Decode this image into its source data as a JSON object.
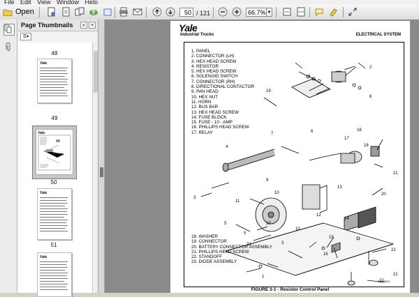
{
  "menu": [
    "File",
    "Edit",
    "View",
    "Window",
    "Help"
  ],
  "toolbar": {
    "open_label": "Open",
    "current_page": "50",
    "page_total": "/ 121",
    "zoom": "66.7%"
  },
  "sidebar": {
    "title": "Page Thumbnails",
    "pages": [
      "48",
      "49",
      "50",
      "51"
    ]
  },
  "document": {
    "brand": "Yale",
    "brand_sub": "Industrial Trucks",
    "section": "ELECTRICAL SYSTEM",
    "legend_top": [
      "1.  PANEL",
      "2.  CONNECTOR (LH)",
      "3.  HEX HEAD SCREW",
      "4.  RESISTOR",
      "5.  HEX HEAD SCREW",
      "6.  SOLENOID SWITCH",
      "7.  CONNECTOR (RH)",
      "8.  DIRECTIONAL CONTACTOR",
      "9.  PAN HEAD",
      "10.  HEX NUT",
      "11.  HORN",
      "12.  BUS BAR",
      "13.  HEX HEAD SCREW",
      "14.  FUSE BLOCK",
      "15.  FUSE - 10 - AMP",
      "16.  PHILLIPS HEAD SCREW",
      "17.  RELAY"
    ],
    "legend_bottom": [
      "18.  WASHER",
      "19.  CONNECTOR",
      "20.  BATTERY CONNECTOR ASSEMBLY",
      "21.  PHILLIPS HEAD SCREW",
      "22.  STANDOFF",
      "23.  DIODE ASSEMBLY"
    ],
    "figure_caption": "FIGURE 3-1 - Resistor Control Panel",
    "figure_code": "SD07093"
  }
}
